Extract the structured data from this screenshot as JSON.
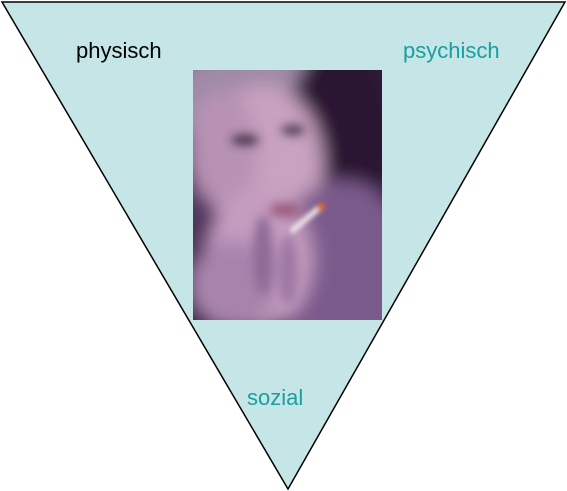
{
  "triangle": {
    "fill": "#c5e5e7",
    "stroke": "#000000"
  },
  "labels": {
    "physisch": "physisch",
    "psychisch": "psychisch",
    "sozial": "sozial"
  },
  "colors": {
    "physisch": "#000000",
    "psychisch": "#18a0a0",
    "sozial": "#18a0a0"
  },
  "photo": {
    "subject": "blurred photo of a woman smoking a cigarette"
  }
}
